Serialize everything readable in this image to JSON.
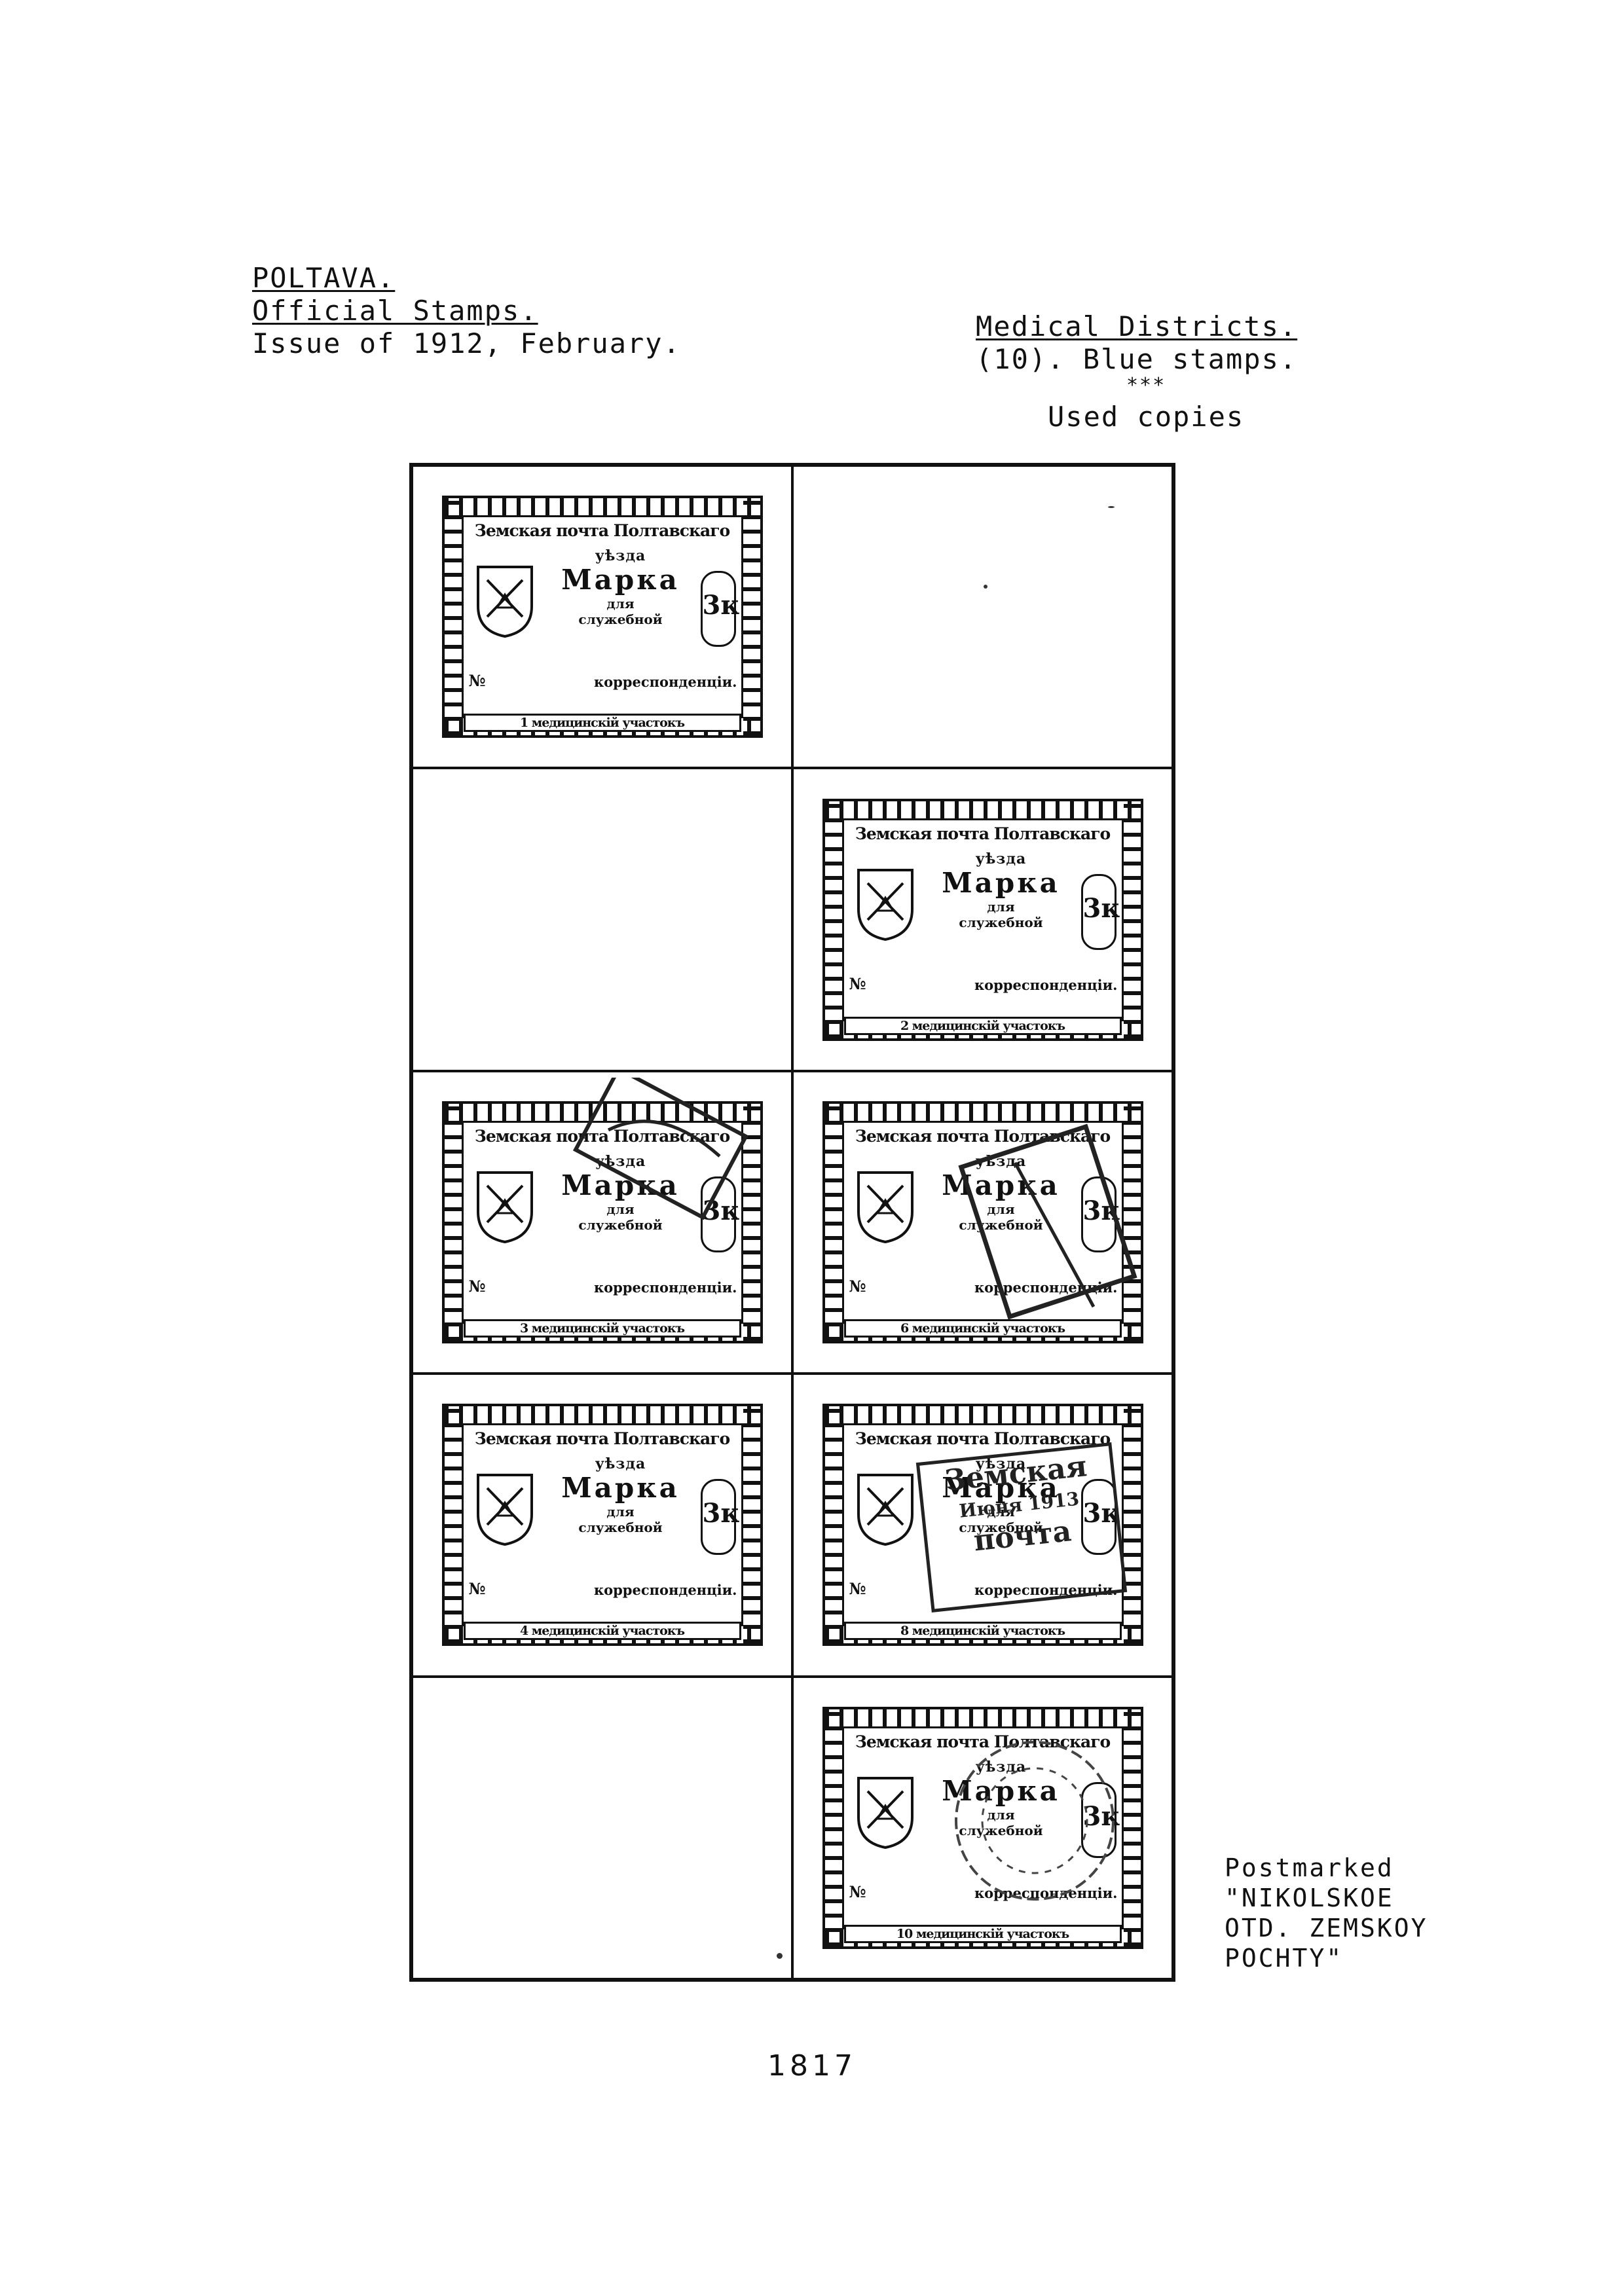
{
  "header_left": {
    "line1": "POLTAVA.",
    "line2": "Official Stamps.",
    "line3": "Issue of 1912, February."
  },
  "header_right": {
    "line1": "Medical Districts.",
    "line2": "(10). Blue stamps.",
    "stars": "***",
    "line3": "Used copies"
  },
  "stamp_text": {
    "top": "Земская почта Полтавскаго",
    "uezda": "уѣзда",
    "marka": "Марка",
    "dlya": "для",
    "sluzh": "служебной",
    "corr": "корреспонденцiи.",
    "value": "3к",
    "no": "№"
  },
  "stamps": [
    {
      "bottom": "1 медицинскiй участокъ"
    },
    {
      "bottom": "2 медицинскiй участокъ"
    },
    {
      "bottom": "3 медицинскiй участокъ"
    },
    {
      "bottom": "6 медицинскiй участокъ"
    },
    {
      "bottom": "4 медицинскiй участокъ"
    },
    {
      "bottom": "8 медицинскiй участокъ"
    },
    {
      "bottom": "10 медицинскiй участокъ"
    }
  ],
  "postmarks": {
    "pm8_line1": "Земская",
    "pm8_line2": "Июня 1913",
    "pm8_line3": "почта"
  },
  "note": {
    "line1": "Postmarked",
    "line2": "\"NIKOLSKOE",
    "line3": "OTD. ZEMSKOY",
    "line4": "POCHTY\""
  },
  "page_number": "1817"
}
